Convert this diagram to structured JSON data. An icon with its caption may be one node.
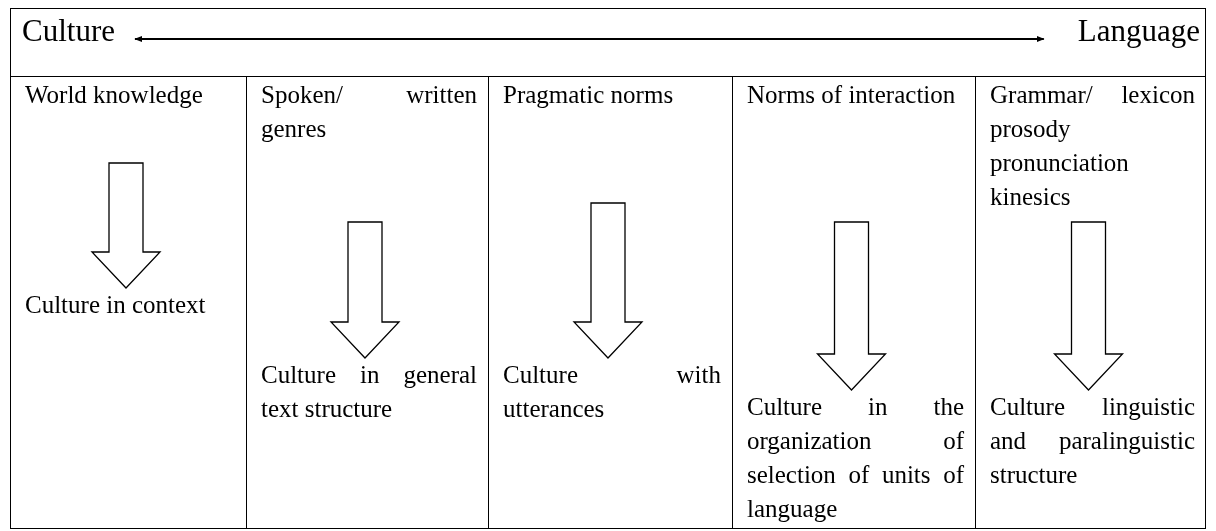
{
  "diagram": {
    "nodes": [
      {
        "text": [
          "Culture"
        ]
      },
      {
        "text": [
          "Language"
        ]
      },
      {
        "text": [
          "World knowledge"
        ]
      },
      {
        "text": [
          "Culture in context"
        ]
      },
      {
        "text": [
          "Spoken/ written genres"
        ]
      },
      {
        "text": [
          "Culture in general text structure"
        ]
      },
      {
        "text": [
          "Pragmatic norms"
        ]
      },
      {
        "text": [
          "Culture with utterances"
        ]
      },
      {
        "text": [
          "Norms of interaction"
        ]
      },
      {
        "text": [
          "Culture in the organization of selection of units of language"
        ]
      },
      {
        "text": [
          "Grammar/ lexicon prosody pronunciation kinesics"
        ]
      },
      {
        "text": [
          "Culture linguistic and paralinguistic structure"
        ]
      }
    ],
    "edges": [
      {
        "from": 0,
        "to": 1,
        "arrow": "both"
      },
      {
        "from": 2,
        "to": 3,
        "arrow": "to",
        "style": "thick"
      },
      {
        "from": 4,
        "to": 5,
        "arrow": "to",
        "style": "thick"
      },
      {
        "from": 6,
        "to": 7,
        "arrow": "to",
        "style": "thick"
      },
      {
        "from": 8,
        "to": 9,
        "arrow": "to",
        "style": "thick"
      },
      {
        "from": 10,
        "to": 11,
        "arrow": "to",
        "style": "thick"
      }
    ]
  }
}
